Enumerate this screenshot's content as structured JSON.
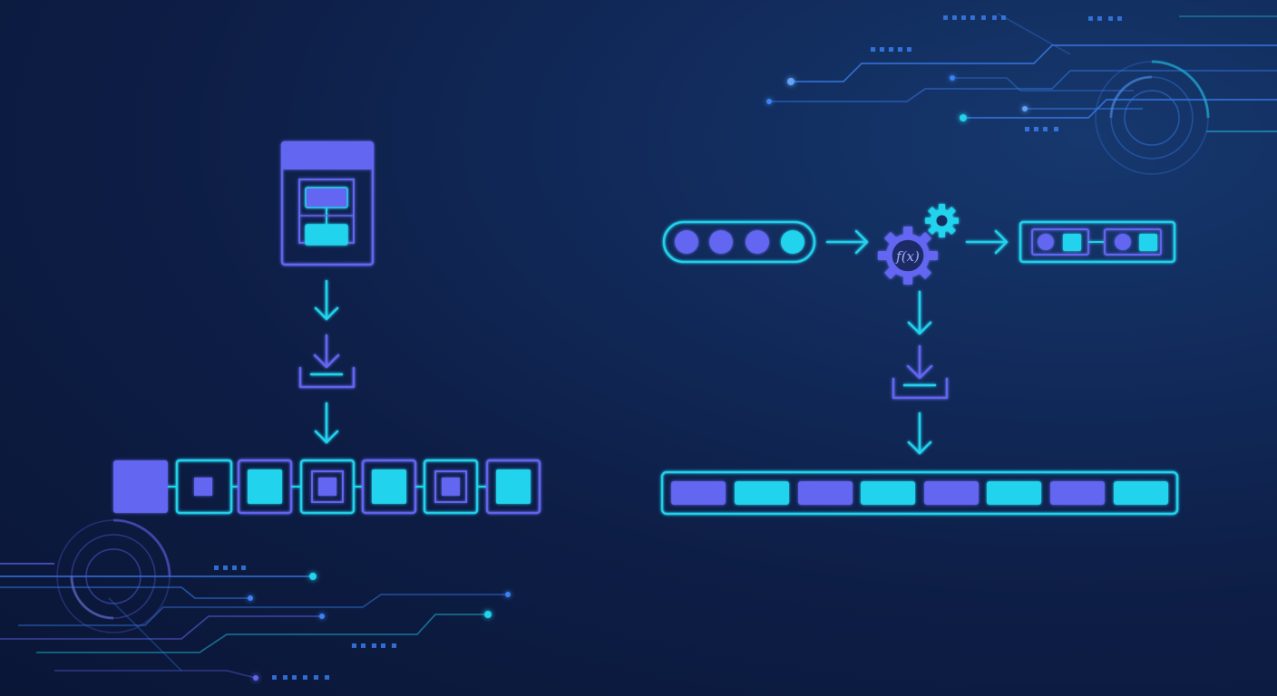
{
  "colors": {
    "background": "#0d1d45",
    "purple": "#6366f1",
    "purple_fill": "#5a5ff0",
    "cyan": "#22d3ee",
    "cyan_fill": "#1fc7e3",
    "circuit_glow": "#3b82f6"
  },
  "left_diagram": {
    "document_icon": "document-layout-icon",
    "arrow_icons": [
      "arrow-down-icon",
      "arrow-down-icon"
    ],
    "tray_icon": "download-tray-icon",
    "cells": [
      {
        "type": "solid",
        "color": "purple"
      },
      {
        "type": "small-square",
        "color": "purple"
      },
      {
        "type": "large-square",
        "color": "cyan"
      },
      {
        "type": "nested-square",
        "color": "purple"
      },
      {
        "type": "large-square",
        "color": "cyan"
      },
      {
        "type": "nested-square",
        "color": "purple"
      },
      {
        "type": "large-square",
        "color": "cyan"
      }
    ]
  },
  "right_diagram": {
    "input_dots": [
      "purple",
      "purple",
      "purple",
      "cyan"
    ],
    "function_label": "f(x)",
    "gear_icons": [
      "large-gear-icon",
      "small-gear-icon"
    ],
    "output_pairs": [
      [
        "purple",
        "cyan"
      ],
      [
        "purple",
        "cyan"
      ]
    ],
    "tray_icon": "download-tray-icon",
    "bar_segments": [
      "purple",
      "cyan",
      "purple",
      "cyan",
      "purple",
      "cyan",
      "purple",
      "cyan"
    ]
  },
  "decor": {
    "top_right": "circuit-lines-top-right",
    "bottom_left": "circuit-lines-bottom-left"
  }
}
